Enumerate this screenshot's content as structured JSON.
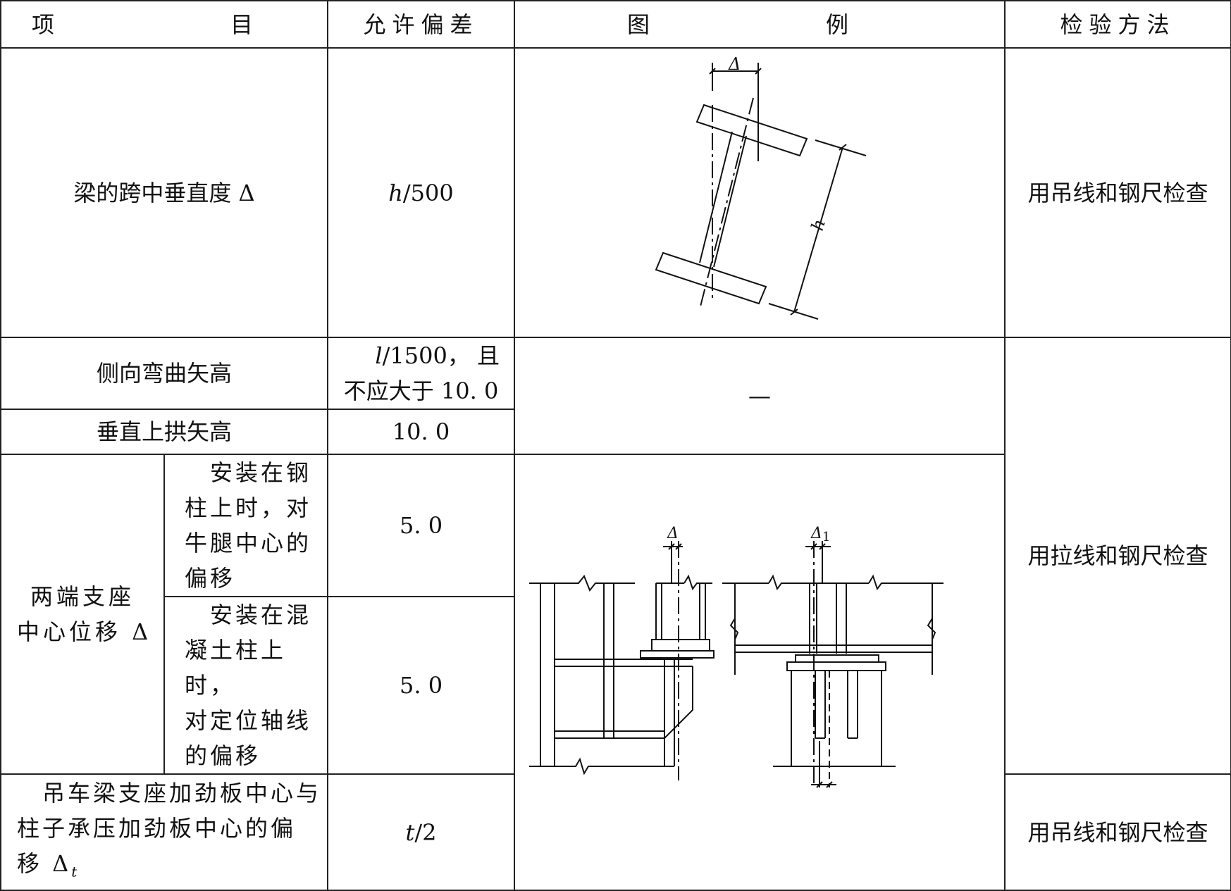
{
  "header": {
    "col1": "项　　目",
    "col2": "允许偏差",
    "col3": "图　　例",
    "col4": "检验方法"
  },
  "rows": {
    "r1": {
      "item": "梁的跨中垂直度 Δ",
      "tol_var": "h",
      "tol_rest": "/500",
      "method": "用吊线和钢尺检查",
      "fig_delta": "Δ",
      "fig_h": "h"
    },
    "r2": {
      "item": "侧向弯曲矢高",
      "tol_line1_var": "l",
      "tol_line1_rest": "/1500， 且",
      "tol_line2": "不应大于 10. 0",
      "figure_dash": "—"
    },
    "r3": {
      "item": "垂直上拱矢高",
      "tol": "10. 0"
    },
    "r4": {
      "group": "两端支座中心位移 Δ",
      "group_line1": "两端支座",
      "group_line2": "中心位移 Δ",
      "sub_a_l1": "安装在钢",
      "sub_a_l2": "柱上时，对",
      "sub_a_l3": "牛腿中心的",
      "sub_a_l4": "偏移",
      "tol_a": "5. 0",
      "sub_b_l1": "安装在混",
      "sub_b_l2": "凝土柱上时，",
      "sub_b_l3": "对定位轴线",
      "sub_b_l4": "的偏移",
      "tol_b": "5. 0",
      "method": "用拉线和钢尺检查",
      "fig_delta": "Δ",
      "fig_delta1": "Δ",
      "fig_delta1_sub": "1"
    },
    "r5": {
      "item_l1": "吊车梁支座加劲板中心与",
      "item_l2": "柱子承压加劲板中心的偏",
      "item_l3": "移 Δ",
      "item_sub": "t",
      "tol_var": "t",
      "tol_rest": "/2",
      "method": "用吊线和钢尺检查"
    }
  }
}
